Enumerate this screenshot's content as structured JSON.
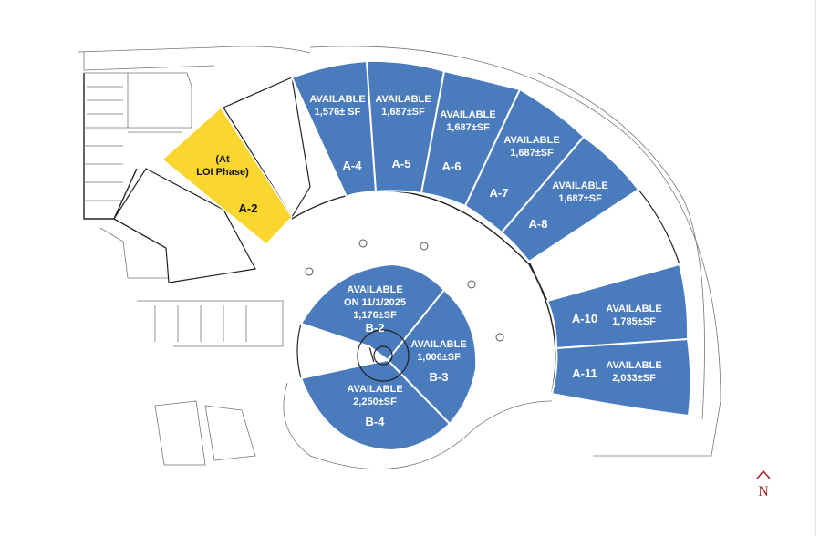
{
  "units": [
    {
      "id": "A-2",
      "line1": "(At",
      "line2": "LOI Phase)",
      "line3": "",
      "label": "A-2"
    },
    {
      "id": "A-4",
      "line1": "AVAILABLE",
      "line2": "1,576± SF",
      "line3": "",
      "label": "A-4"
    },
    {
      "id": "A-5",
      "line1": "AVAILABLE",
      "line2": "1,687±SF",
      "line3": "",
      "label": "A-5"
    },
    {
      "id": "A-6",
      "line1": "AVAILABLE",
      "line2": "1,687±SF",
      "line3": "",
      "label": "A-6"
    },
    {
      "id": "A-7",
      "line1": "AVAILABLE",
      "line2": "1,687±SF",
      "line3": "",
      "label": "A-7"
    },
    {
      "id": "A-8",
      "line1": "AVAILABLE",
      "line2": "1,687±SF",
      "line3": "",
      "label": "A-8"
    },
    {
      "id": "A-10",
      "line1": "AVAILABLE",
      "line2": "1,785±SF",
      "line3": "",
      "label": "A-10"
    },
    {
      "id": "A-11",
      "line1": "AVAILABLE",
      "line2": "2,033±SF",
      "line3": "",
      "label": "A-11"
    },
    {
      "id": "B-2",
      "line1": "AVAILABLE",
      "line2": "ON 11/1/2025",
      "line3": "1,176±SF",
      "label": "B-2"
    },
    {
      "id": "B-3",
      "line1": "AVAILABLE",
      "line2": "1,006±SF",
      "line3": "",
      "label": "B-3"
    },
    {
      "id": "B-4",
      "line1": "AVAILABLE",
      "line2": "2,250±SF",
      "line3": "",
      "label": "B-4"
    }
  ],
  "north_label": "N",
  "colors": {
    "available": "#4a7bbd",
    "loi": "#fad62e",
    "north": "#a8262f"
  }
}
